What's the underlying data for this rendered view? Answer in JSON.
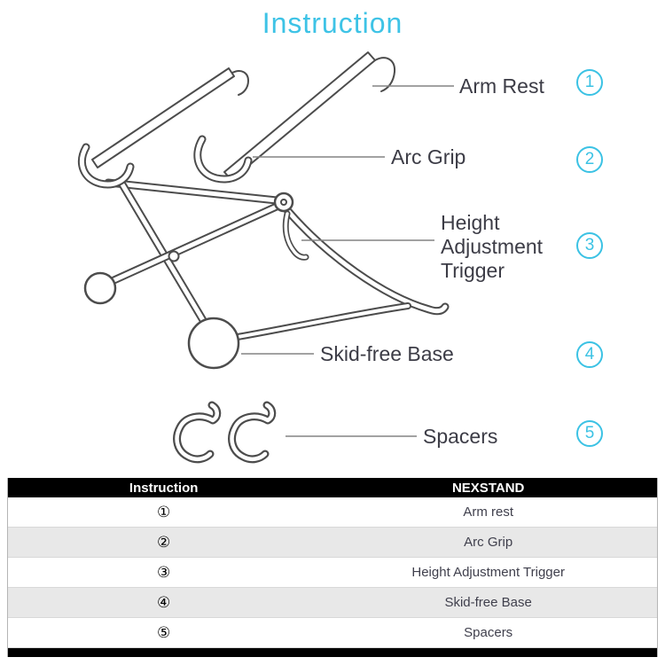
{
  "page": {
    "title": "Instruction"
  },
  "colors": {
    "accent": "#3bc2e4",
    "line": "#4c4c4c",
    "label_text": "#3c3c46"
  },
  "diagram": {
    "labels": [
      {
        "number": "1",
        "text": "Arm Rest"
      },
      {
        "number": "2",
        "text": "Arc Grip"
      },
      {
        "number": "3",
        "text": "Height Adjustment Trigger"
      },
      {
        "number": "4",
        "text": "Skid-free Base"
      },
      {
        "number": "5",
        "text": "Spacers"
      }
    ]
  },
  "table": {
    "headers": [
      "Instruction",
      "NEXSTAND"
    ],
    "rows": [
      {
        "num": "①",
        "part": "Arm rest"
      },
      {
        "num": "②",
        "part": "Arc Grip"
      },
      {
        "num": "③",
        "part": "Height Adjustment Trigger"
      },
      {
        "num": "④",
        "part": "Skid-free Base"
      },
      {
        "num": "⑤",
        "part": "Spacers"
      }
    ]
  }
}
